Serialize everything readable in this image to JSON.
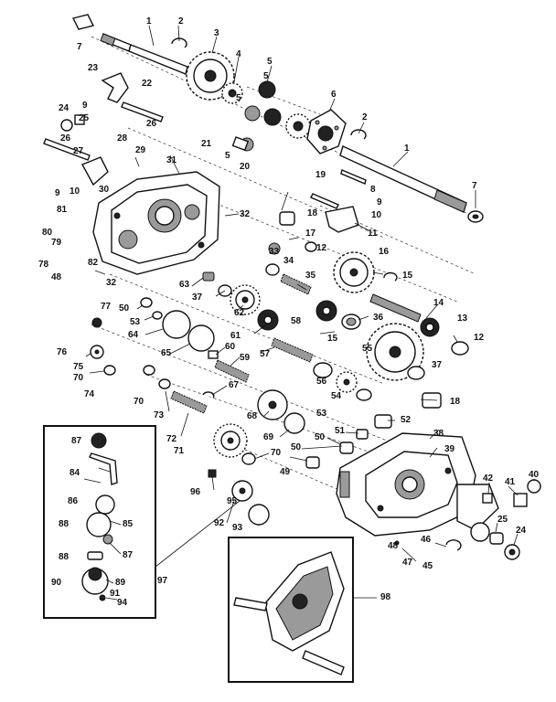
{
  "callouts": [
    "1",
    "2",
    "3",
    "4",
    "5",
    "6",
    "7",
    "8",
    "9",
    "10",
    "11",
    "12",
    "13",
    "14",
    "15",
    "16",
    "17",
    "18",
    "19",
    "20",
    "21",
    "22",
    "23",
    "24",
    "25",
    "26",
    "27",
    "28",
    "29",
    "30",
    "31",
    "32",
    "33",
    "34",
    "35",
    "36",
    "37",
    "38",
    "39",
    "40",
    "41",
    "42",
    "45",
    "46",
    "47",
    "48",
    "49",
    "50",
    "51",
    "52",
    "53",
    "54",
    "55",
    "56",
    "57",
    "58",
    "59",
    "60",
    "61",
    "62",
    "63",
    "64",
    "65",
    "67",
    "68",
    "69",
    "70",
    "71",
    "72",
    "73",
    "74",
    "75",
    "76",
    "77",
    "78",
    "79",
    "80",
    "81",
    "82",
    "84",
    "85",
    "86",
    "87",
    "88",
    "89",
    "90",
    "91",
    "92",
    "93",
    "94",
    "95",
    "96",
    "97",
    "98"
  ]
}
